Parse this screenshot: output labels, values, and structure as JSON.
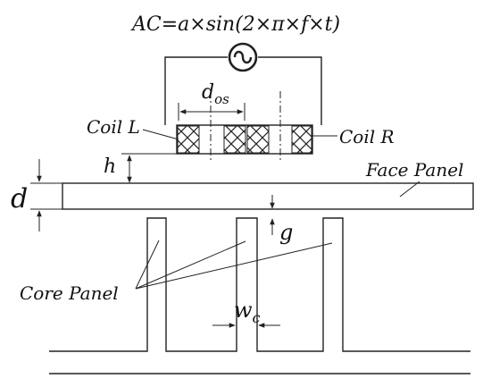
{
  "formula": "AC=a×sin(2×π×f×t)",
  "labels": {
    "d_os": "d",
    "d_os_sub": "os",
    "coil_l": "Coil L",
    "coil_r": "Coil R",
    "h": "h",
    "d": "d",
    "face_panel": "Face Panel",
    "g": "g",
    "core_panel": "Core Panel",
    "w_c": "w",
    "w_c_sub": "c"
  },
  "colors": {
    "line": "#222222",
    "background": "#ffffff"
  },
  "icons": {
    "source": "ac-source-icon"
  }
}
